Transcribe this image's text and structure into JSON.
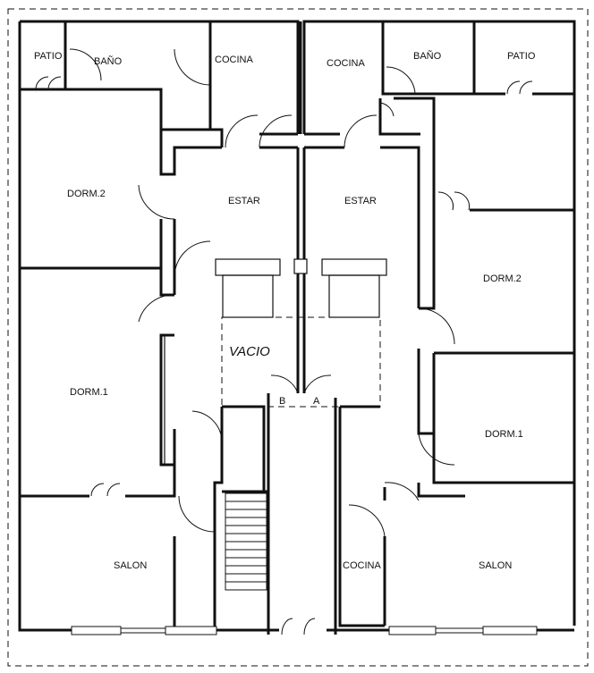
{
  "labels": {
    "patio_l": "PATIO",
    "bano_l": "BAÑO",
    "cocina_l": "COCINA",
    "cocina_r": "COCINA",
    "bano_r": "BAÑO",
    "patio_r": "PATIO",
    "dorm2_l": "DORM.2",
    "estar_l": "ESTAR",
    "estar_r": "ESTAR",
    "dorm2_r": "DORM.2",
    "vacio": "VACIO",
    "dorm1_l": "DORM.1",
    "letter_b": "B",
    "letter_a": "A",
    "dorm1_r": "DORM.1",
    "salon_l": "SALON",
    "cocina_small": "COCINA",
    "salon_r": "SALON"
  }
}
